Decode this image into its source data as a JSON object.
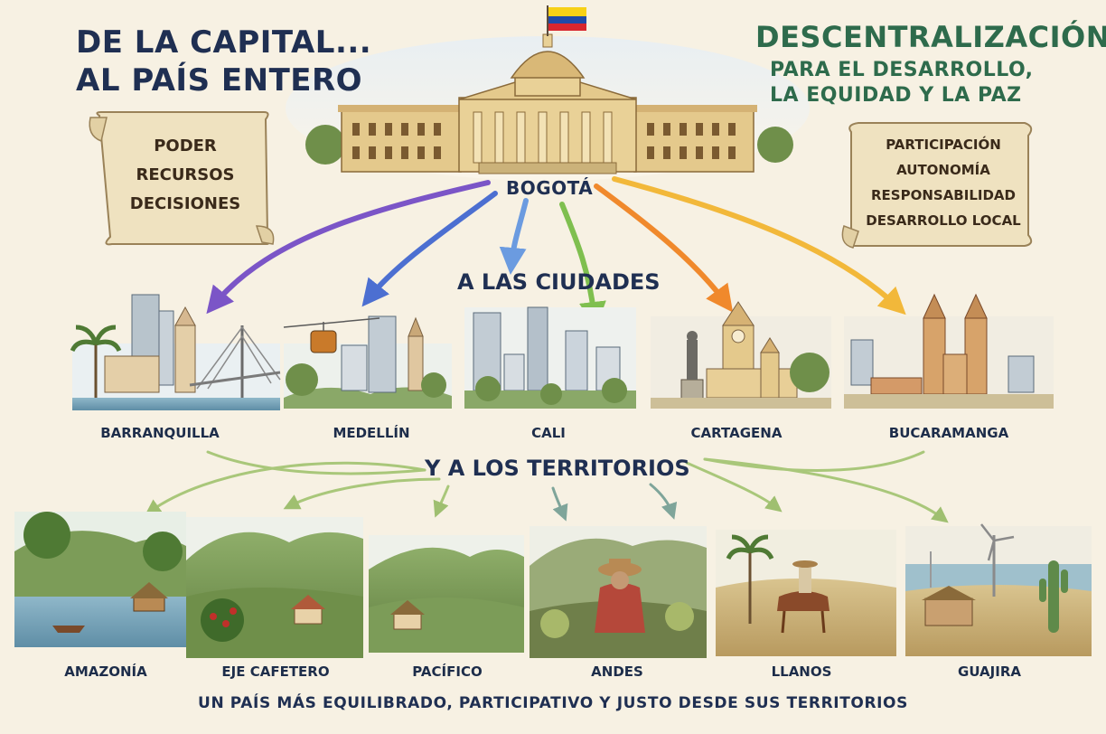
{
  "title": {
    "line1": "DE LA CAPITAL...",
    "line2": "AL PAÍS ENTERO"
  },
  "headline": {
    "title": "DESCENTRALIZACIÓN",
    "line1": "PARA EL DESARROLLO,",
    "line2": "LA EQUIDAD Y LA PAZ"
  },
  "scroll_left": [
    "PODER",
    "RECURSOS",
    "DECISIONES"
  ],
  "scroll_right": [
    "PARTICIPACIÓN",
    "AUTONOMÍA",
    "RESPONSABILIDAD",
    "DESARROLLO LOCAL"
  ],
  "capital": "BOGOTÁ",
  "section_cities": "A LAS CIUDADES",
  "section_territories": "Y A LOS TERRITORIOS",
  "cities": [
    "BARRANQUILLA",
    "MEDELLÍN",
    "CALI",
    "CARTAGENA",
    "BUCARAMANGA"
  ],
  "territories": [
    "AMAZONÍA",
    "EJE CAFETERO",
    "PACÍFICO",
    "ANDES",
    "LLANOS",
    "GUAJIRA"
  ],
  "footer": "UN PAÍS MÁS EQUILIBRADO, PARTICIPATIVO Y JUSTO DESDE SUS TERRITORIOS",
  "colors": {
    "arrows": [
      "#7b55c7",
      "#4c6fd1",
      "#6b9be0",
      "#7fbf4f",
      "#f0892c",
      "#f2b83a"
    ],
    "territory_arrows": "#a9c77a",
    "flag": [
      "#f7d117",
      "#1f4aa8",
      "#d8262e"
    ]
  }
}
